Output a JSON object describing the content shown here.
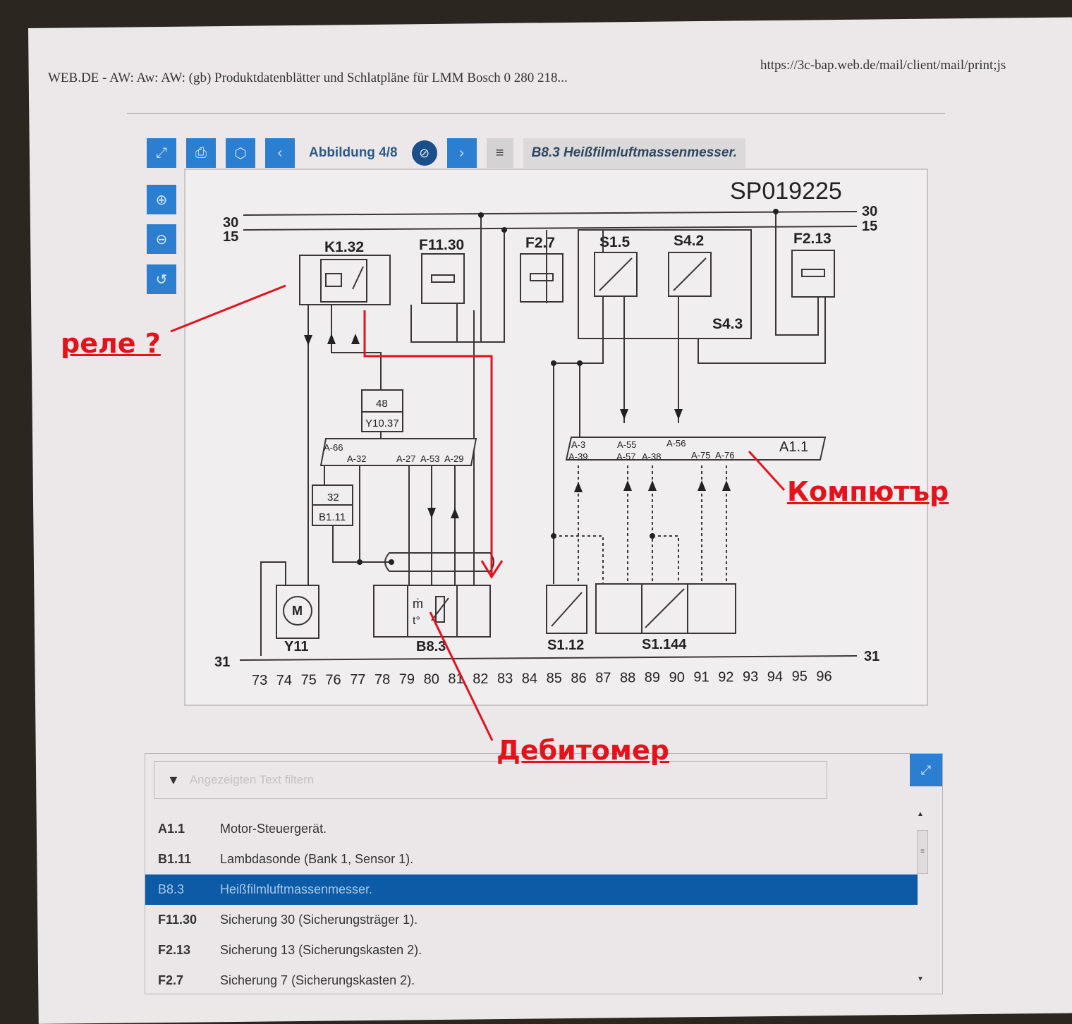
{
  "header": {
    "title": "WEB.DE - AW: Aw: AW: (gb) Produktdatenblätter und Schlatpläne für LMM Bosch 0 280 218...",
    "url": "https://3c-bap.web.de/mail/client/mail/print;js"
  },
  "toolbar": {
    "figure_label": "Abbildung 4/8",
    "caption": "B8.3 Heißfilmluftmassenmesser.",
    "icons": [
      "expand-icon",
      "print-icon",
      "save-icon",
      "prev-icon",
      "compass-icon",
      "next-icon",
      "menu-icon"
    ]
  },
  "side_tools": [
    "zoom-in-icon",
    "zoom-out-icon",
    "reset-icon"
  ],
  "diagram": {
    "id": "SP019225",
    "bus": {
      "b30": "30",
      "b15": "15",
      "b31": "31"
    },
    "components": {
      "k132": "K1.32",
      "f1130": "F11.30",
      "f27": "F2.7",
      "s15": "S1.5",
      "s42": "S4.2",
      "s43": "S4.3",
      "f213": "F2.13",
      "y1037": "Y10.37",
      "y1037_pin": "48",
      "b111": "B1.11",
      "b111_pin": "32",
      "a11": "A1.1",
      "y11": "Y11",
      "b83": "B8.3",
      "s112": "S1.12",
      "s1144": "S1.144",
      "mdot": "ṁ",
      "temp": "t°",
      "motor": "M"
    },
    "a_pins": {
      "a66": "A-66",
      "a32": "A-32",
      "a27": "A-27",
      "a53": "A-53",
      "a29": "A-29",
      "a3": "A-3",
      "a39": "A-39",
      "a55": "A-55",
      "a57": "A-57",
      "a38": "A-38",
      "a56": "A-56",
      "a75": "A-75",
      "a76": "A-76"
    },
    "columns": [
      "73",
      "74",
      "75",
      "76",
      "77",
      "78",
      "79",
      "80",
      "81",
      "82",
      "83",
      "84",
      "85",
      "86",
      "87",
      "88",
      "89",
      "90",
      "91",
      "92",
      "93",
      "94",
      "95",
      "96"
    ]
  },
  "annotations": {
    "relay": "реле ?",
    "computer": "Компютър",
    "flowmeter": "Дебитомер"
  },
  "legend": {
    "filter_placeholder": "Angezeigten Text filtern",
    "items": [
      {
        "code": "A1.1",
        "text": "Motor-Steuergerät."
      },
      {
        "code": "B1.11",
        "text": "Lambdasonde (Bank 1, Sensor 1)."
      },
      {
        "code": "B8.3",
        "text": "Heißfilmluftmassenmesser.",
        "selected": true
      },
      {
        "code": "F11.30",
        "text": "Sicherung 30 (Sicherungsträger 1)."
      },
      {
        "code": "F2.13",
        "text": "Sicherung 13 (Sicherungskasten 2)."
      },
      {
        "code": "F2.7",
        "text": "Sicherung 7 (Sicherungskasten 2)."
      }
    ]
  }
}
